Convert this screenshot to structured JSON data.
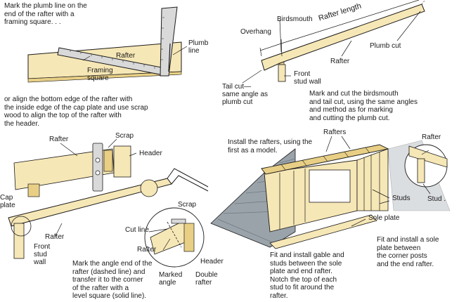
{
  "colors": {
    "wood": "#f6e7b6",
    "wood_dark": "#e8cf85",
    "roof": "#9aa3aa",
    "roof_dark": "#6f7980",
    "ink": "#1a1a1a",
    "metal": "#d9d9d9"
  },
  "panel_top_left": {
    "caption_1": "Mark the plumb line on the\nend of the rafter with a\nframing square. . .",
    "label_rafter": "Rafter",
    "label_plumb_line": "Plumb\nline",
    "label_framing_square": "Framing\nsquare",
    "caption_2": "or align the bottom edge of the rafter with\nthe inside edge of the cap plate and use scrap\nwood to align the top of the rafter with\nthe header."
  },
  "panel_top_right": {
    "label_birdsmouth": "Birdsmouth",
    "label_overhang": "Overhang",
    "label_rafter_length": "Rafter length",
    "label_plumb_cut": "Plumb cut",
    "label_rafter": "Rafter",
    "label_front_stud_wall": "Front\nstud wall",
    "label_tail_cut": "Tail cut—\nsame angle as\nplumb cut",
    "caption": "Mark and cut the birdsmouth\nand tail cut, using the same angles\nand method as for marking\nand cutting the plumb cut."
  },
  "panel_bottom_left": {
    "label_rafter_top": "Rafter",
    "label_scrap_top": "Scrap",
    "label_header_top": "Header",
    "label_cap_plate": "Cap\nplate",
    "label_rafter_mid": "Rafter",
    "label_front_stud_wall": "Front\nstud\nwall",
    "label_scrap": "Scrap",
    "label_cut_line": "Cut line",
    "label_rafter_detail": "Rafter",
    "label_header": "Header",
    "label_marked_angle": "Marked\nangle",
    "label_double_rafter": "Double\nrafter",
    "caption": "Mark the angle end of the\nrafter (dashed line) and\ntransfer it to the corner\nof the rafter with a\nlevel square (solid line)."
  },
  "panel_bottom_right": {
    "caption_install": "Install the rafters, using the\nfirst as a model.",
    "label_rafters": "Rafters",
    "label_rafter": "Rafter",
    "label_studs": "Studs",
    "label_stud": "Stud .",
    "label_sole_plate": "Sole plate",
    "caption_gable": "Fit and install gable and\nstuds between the sole\nplate and end rafter.\nNotch the top of each\nstud to fit around the\nrafter.",
    "caption_sole": "Fit and install a sole\nplate between\nthe corner posts\nand the end rafter."
  }
}
